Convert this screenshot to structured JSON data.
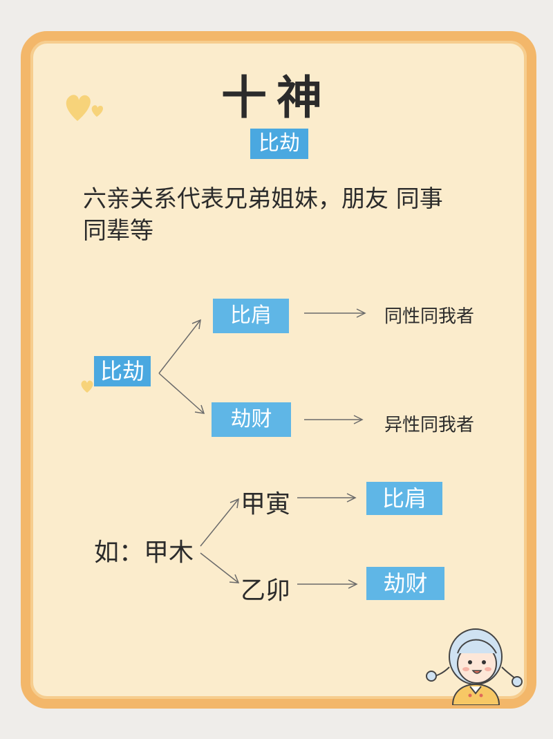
{
  "title": "十神",
  "heading_tag": "比劫",
  "description": "六亲关系代表兄弟姐妹，朋友 同事 同辈等",
  "diagram1": {
    "root": "比劫",
    "branches": [
      {
        "tag": "比肩",
        "meaning": "同性同我者"
      },
      {
        "tag": "劫财",
        "meaning": "异性同我者"
      }
    ]
  },
  "diagram2": {
    "root": "如：甲木",
    "branches": [
      {
        "item": "甲寅",
        "tag": "比肩"
      },
      {
        "item": "乙卯",
        "tag": "劫财"
      }
    ]
  },
  "colors": {
    "tag_blue": "#4aa8e0",
    "border": "#f3b76a",
    "paper": "#fbeccc"
  }
}
